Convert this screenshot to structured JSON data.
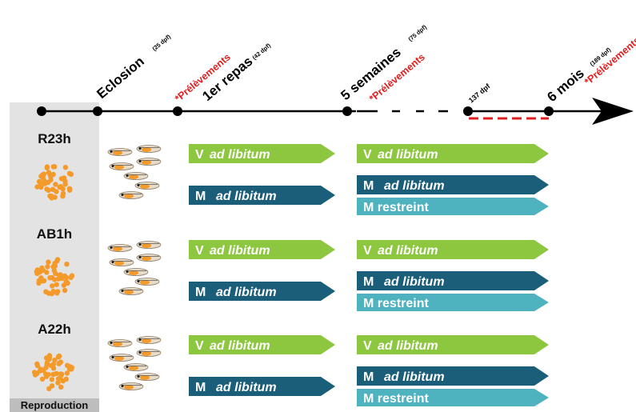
{
  "timeline": {
    "milestones": [
      {
        "label": "Eclosion",
        "dpf": "(25 dpf)"
      },
      {
        "label": "1er repas",
        "dpf": "(42 dpf)"
      },
      {
        "label": "5 semaines",
        "dpf": "(75 dpf)"
      },
      {
        "label": "137 dpf",
        "dpf": ""
      },
      {
        "label": "6 mois",
        "dpf": "(189 dpf)"
      }
    ],
    "sampling_label": "*Prélèvements"
  },
  "groups": [
    {
      "name": "R23h"
    },
    {
      "name": "AB1h"
    },
    {
      "name": "A22h"
    }
  ],
  "diets": {
    "v_letter": "V",
    "m_letter": "M",
    "ad_libitum": "ad libitum",
    "m_restreint": "M restreint"
  },
  "reproduction_label": "Reproduction",
  "colors": {
    "green": "#8dc63f",
    "dark_teal": "#1a5e7a",
    "light_teal": "#4fb3bf",
    "red": "#e02020",
    "orange": "#f39a2b",
    "panel": "#e3e3e3"
  }
}
